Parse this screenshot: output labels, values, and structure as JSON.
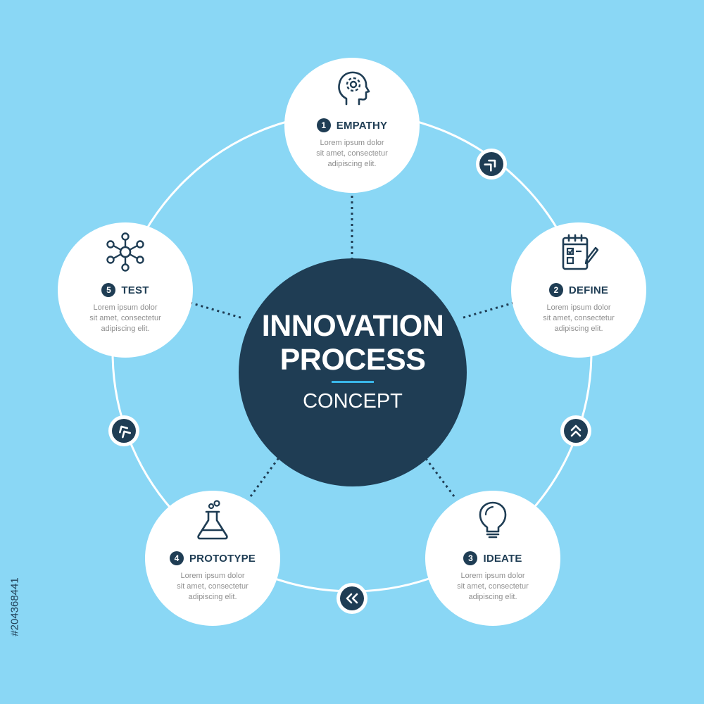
{
  "hub": {
    "title_line1": "INNOVATION",
    "title_line2": "PROCESS",
    "subtitle": "CONCEPT"
  },
  "steps": [
    {
      "number": "1",
      "label": "EMPATHY",
      "icon": "head-gear-icon",
      "text": [
        "Lorem ipsum dolor",
        "sit amet, consectetur",
        "adipiscing elit."
      ]
    },
    {
      "number": "2",
      "label": "DEFINE",
      "icon": "checklist-pencil-icon",
      "text": [
        "Lorem ipsum dolor",
        "sit amet, consectetur",
        "adipiscing elit."
      ]
    },
    {
      "number": "3",
      "label": "IDEATE",
      "icon": "light-bulb-icon",
      "text": [
        "Lorem ipsum dolor",
        "sit amet, consectetur",
        "adipiscing elit."
      ]
    },
    {
      "number": "4",
      "label": "PROTOTYPE",
      "icon": "flask-icon",
      "text": [
        "Lorem ipsum dolor",
        "sit amet, consectetur",
        "adipiscing elit."
      ]
    },
    {
      "number": "5",
      "label": "TEST",
      "icon": "network-nodes-icon",
      "text": [
        "Lorem ipsum dolor",
        "sit amet, consectetur",
        "adipiscing elit."
      ]
    }
  ],
  "arrows": [
    "double-chevron-icon",
    "double-chevron-icon",
    "double-chevron-icon",
    "double-chevron-icon"
  ],
  "credit": "#204368441",
  "colors": {
    "background": "#8ad7f5",
    "navy": "#1f3d54",
    "accent": "#39b6e8",
    "white": "#ffffff",
    "body_text": "#8f8f8f"
  }
}
